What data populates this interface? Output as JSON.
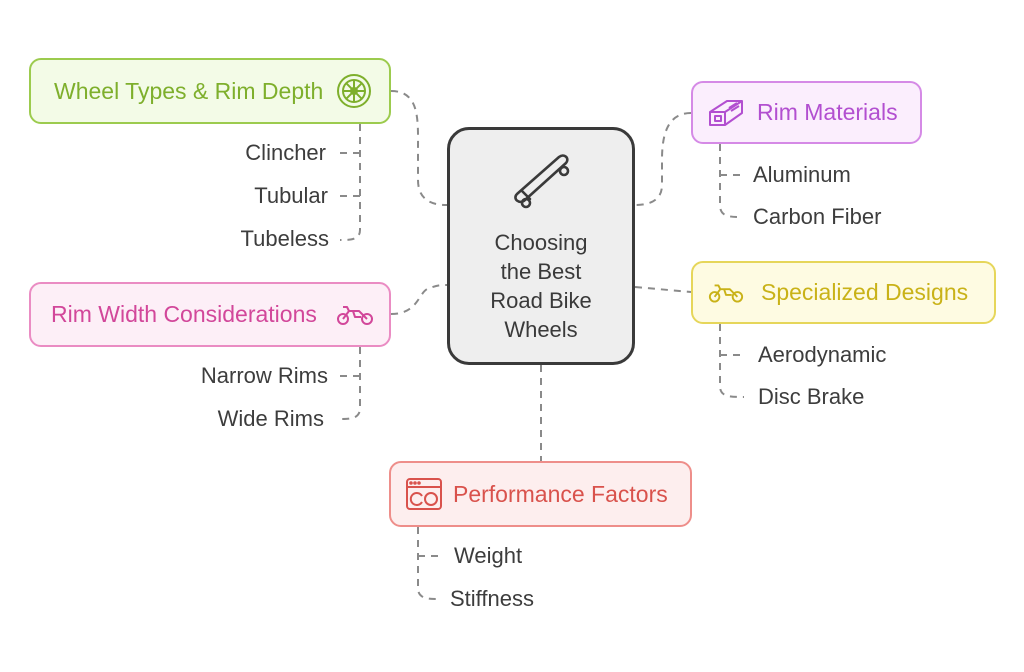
{
  "center": {
    "title": "Choosing\nthe Best\nRoad Bike\nWheels",
    "icon": "skateboard-icon"
  },
  "branches": {
    "wheel_types": {
      "label": "Wheel Types & Rim Depth",
      "icon": "wheel-icon",
      "color": "#7eaf2c",
      "items": [
        "Clincher",
        "Tubular",
        "Tubeless"
      ]
    },
    "rim_materials": {
      "label": "Rim Materials",
      "icon": "material-block-icon",
      "color": "#b24fd0",
      "items": [
        "Aluminum",
        "Carbon Fiber"
      ]
    },
    "rim_width": {
      "label": "Rim Width Considerations",
      "icon": "motorcycle-icon",
      "color": "#d2479a",
      "items": [
        "Narrow Rims",
        "Wide Rims"
      ]
    },
    "specialized": {
      "label": "Specialized Designs",
      "icon": "motorcycle-icon",
      "color": "#c9b218",
      "items": [
        "Aerodynamic",
        "Disc Brake"
      ]
    },
    "performance": {
      "label": "Performance Factors",
      "icon": "gauge-window-icon",
      "color": "#d9524c",
      "items": [
        "Weight",
        "Stiffness"
      ]
    }
  }
}
